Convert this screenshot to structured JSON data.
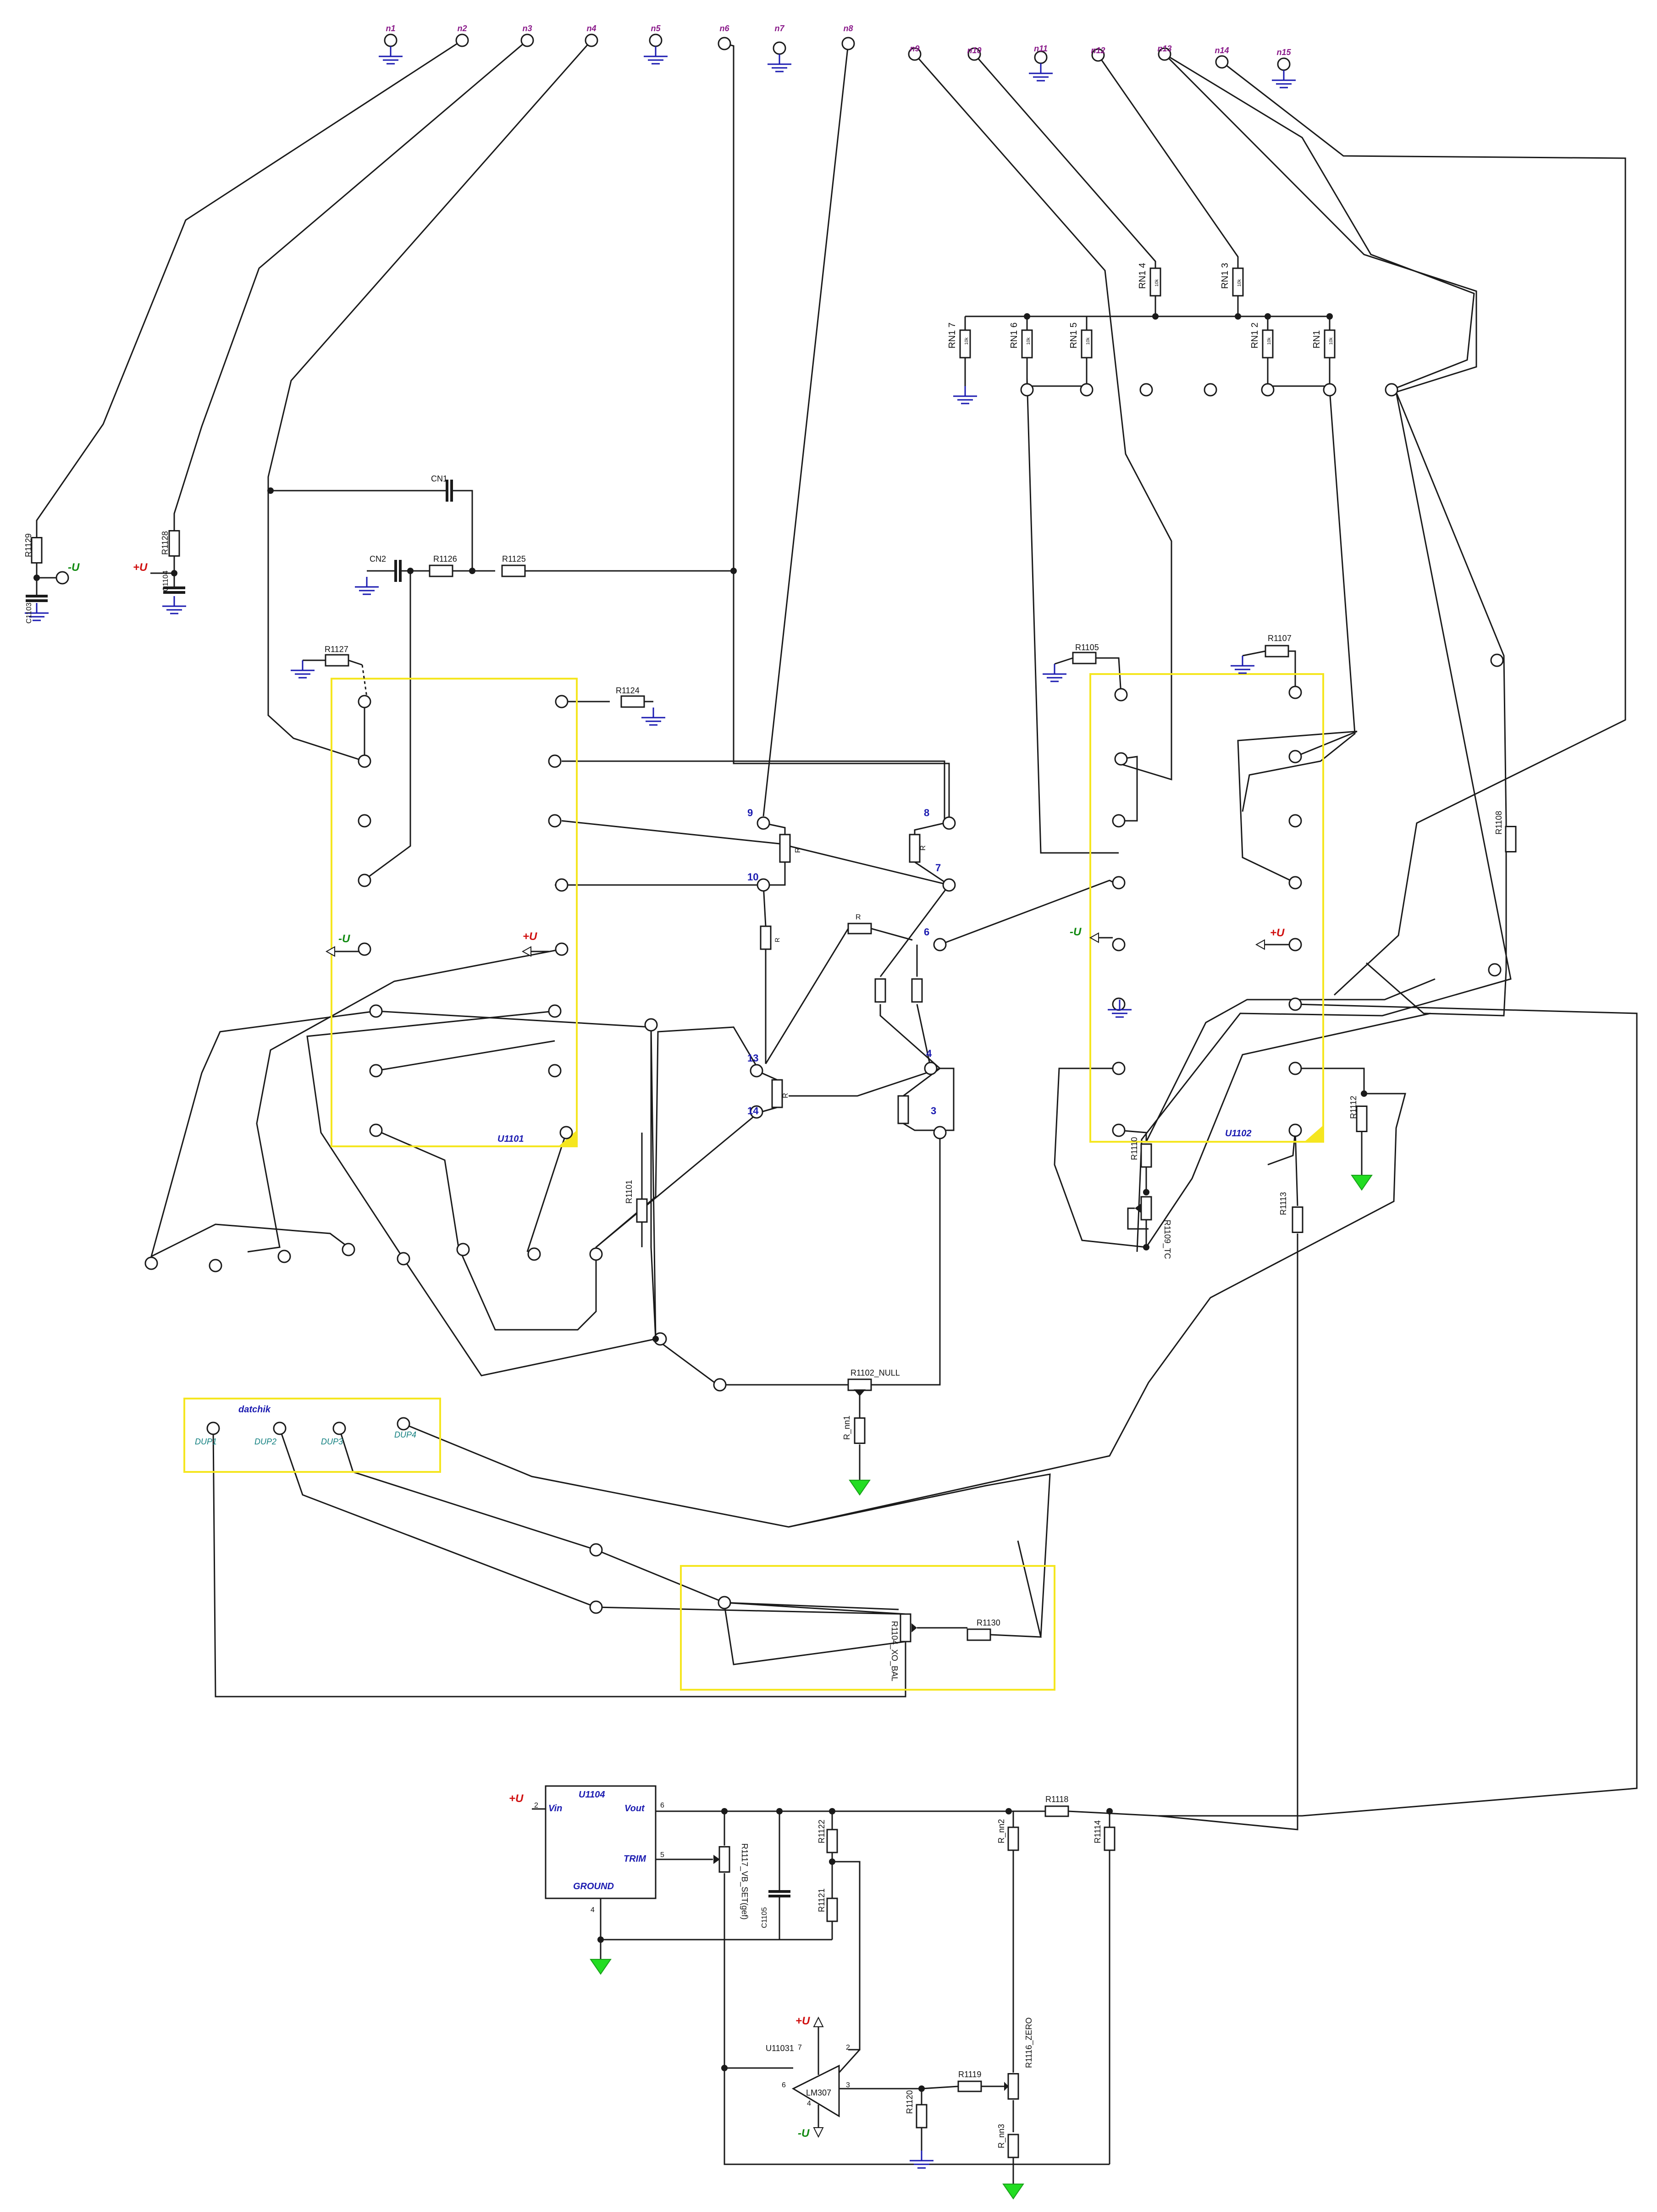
{
  "colors": {
    "wire": "#1a1a1a",
    "pin": "#1a1a1a",
    "ground": "#1a1ab0",
    "net_label": "#8a1a8a",
    "power_pos": "#d01010",
    "power_neg": "#118a11",
    "ic_outline": "#f5e620",
    "part_text": "#111111",
    "blue_text": "#1a1ab0",
    "teal_text": "#138080",
    "green_ground": "#22dd22"
  },
  "nets": [
    "n1",
    "n2",
    "n3",
    "n4",
    "n5",
    "n6",
    "n7",
    "n8",
    "n9",
    "n10",
    "n11",
    "n12",
    "n13",
    "n14",
    "n15"
  ],
  "parts": {
    "R1129": "R1129",
    "C1103": "C1103",
    "R1128": "R1128",
    "C1104": "C1104",
    "CN1": "CN1",
    "CN2": "CN2",
    "R1126": "R1126",
    "R1125": "R1125",
    "R1127": "R1127",
    "R1124": "R1124",
    "R1105": "R1105",
    "R1107": "R1107",
    "R1108": "R1108",
    "R1110": "R1110",
    "R1109": "R1109_TC",
    "R1112": "R1112",
    "R1113": "R1113",
    "R1101": "R1101",
    "R1102": "R1102_NULL",
    "Rnn1": "R_nn1",
    "R1130": "R1130",
    "R1104": "R1104_XO_BAL",
    "R1118": "R1118",
    "R1114": "R1114",
    "Rnn2": "R_nn2",
    "Rnn3": "R_nn3",
    "R1116": "R1116_ZERO",
    "R1117": "R1117_VB_SET(gef)",
    "C1105": "C1105",
    "R1122": "R1122",
    "R1121": "R1121",
    "R1120": "R1120",
    "R1119": "R1119",
    "RN17": "RN1 7",
    "RN16": "RN1 6",
    "RN15": "RN1 5",
    "RN14": "RN1 4",
    "RN13": "RN1 3",
    "RN12": "RN1 2",
    "RN11": "RN1",
    "RN_val": "10k",
    "R_small": "R"
  },
  "ics": {
    "U1101": "U1101",
    "U1102": "U1102",
    "U1104": "U1104",
    "datchik": "datchik",
    "vin": "Vin",
    "vout": "Vout",
    "trim": "TRIM",
    "ground": "GROUND",
    "lm307": "LM307",
    "u11031": "U11031"
  },
  "power": {
    "pos": "+U",
    "neg": "-U"
  },
  "dup": [
    "DUP1",
    "DUP2",
    "DUP3",
    "DUP4"
  ],
  "bridge_pins": [
    "9",
    "8",
    "7",
    "10",
    "6",
    "13",
    "4",
    "14",
    "3"
  ],
  "pin_nums": [
    "2",
    "6",
    "5",
    "4",
    "7",
    "6",
    "4",
    "3",
    "2"
  ]
}
